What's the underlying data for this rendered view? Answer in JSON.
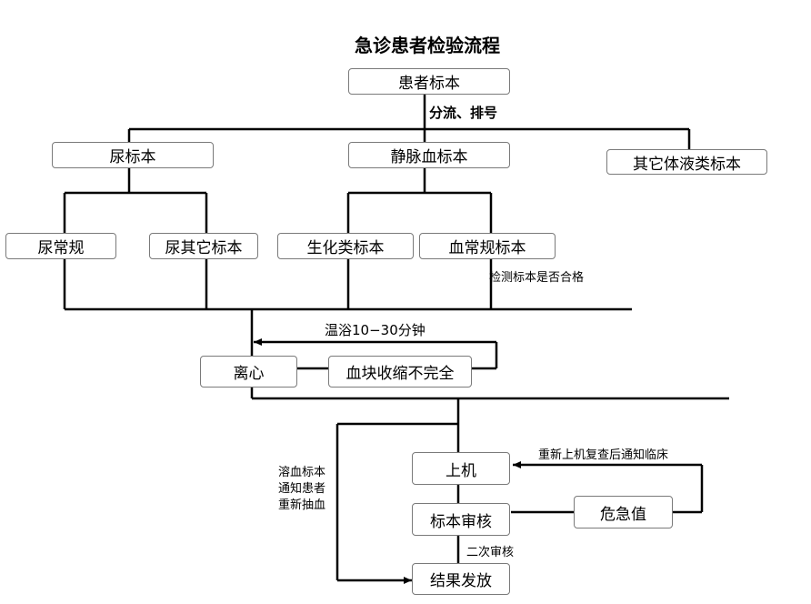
{
  "title": "急诊患者检验流程",
  "nodes": {
    "patient_sample": "患者标本",
    "urine_sample": "尿标本",
    "venous_blood": "静脉血标本",
    "other_fluids": "其它体液类标本",
    "urine_routine": "尿常规",
    "urine_other": "尿其它标本",
    "biochem": "生化类标本",
    "blood_routine": "血常规标本",
    "centrifuge": "离心",
    "clot_incomplete": "血块收缩不完全",
    "on_machine": "上机",
    "sample_review": "标本审核",
    "critical_value": "危急值",
    "result_release": "结果发放"
  },
  "edge_labels": {
    "triage": "分流、排号",
    "check_qualified": "检测标本是否合格",
    "warm_bath": "温浴10−30分钟",
    "hemolysis": "溶血标本通知患者重新抽血",
    "recheck_notify": "重新上机复查后通知临床",
    "second_review": "二次审核"
  }
}
